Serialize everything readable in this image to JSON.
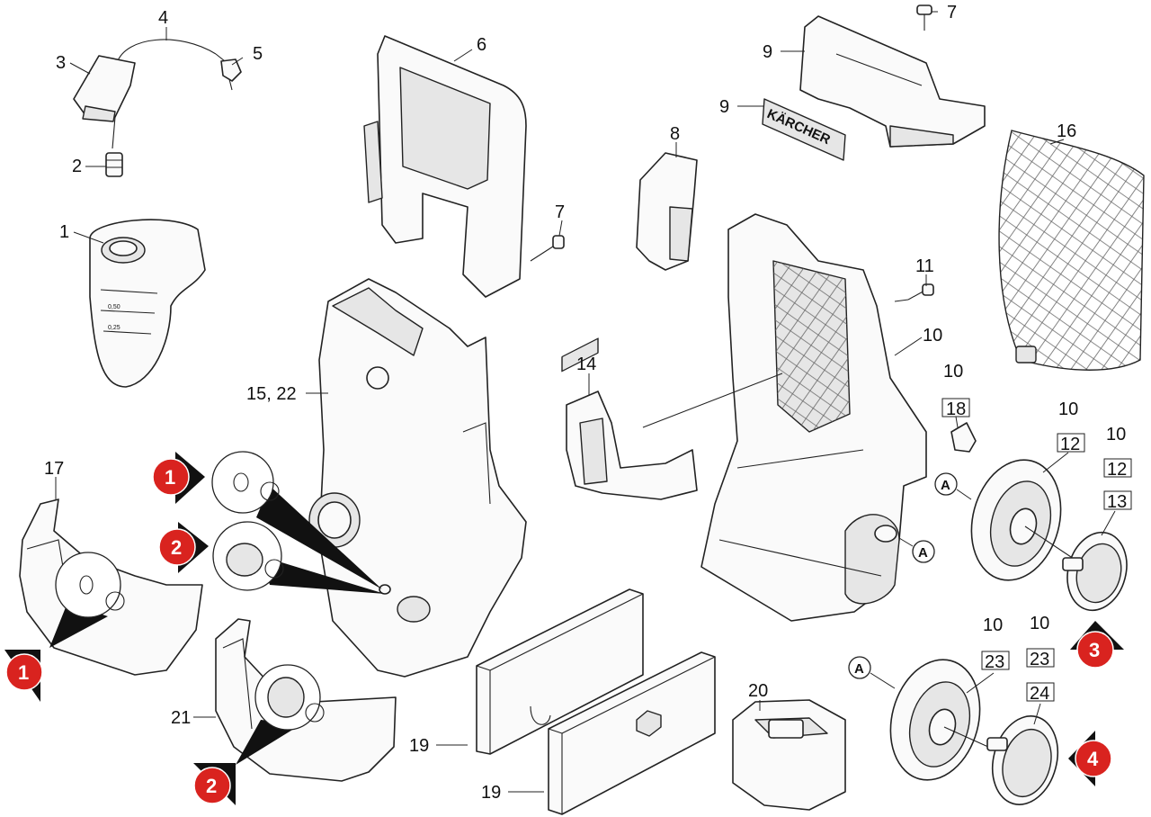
{
  "labels": {
    "p1": "1",
    "p2": "2",
    "p3": "3",
    "p4": "4",
    "p5": "5",
    "p6": "6",
    "p7a": "7",
    "p7b": "7",
    "p8": "8",
    "p9a": "9",
    "p9b": "9",
    "p10a": "10",
    "p10b": "10",
    "p10c": "10",
    "p10d": "10",
    "p10e": "10",
    "p10f": "10",
    "p11": "11",
    "p12a": "12",
    "p12b": "12",
    "p13": "13",
    "p14": "14",
    "p15_22": "15, 22",
    "p16": "16",
    "p17": "17",
    "p18": "18",
    "p19a": "19",
    "p19b": "19",
    "p20": "20",
    "p21": "21",
    "p23a": "23",
    "p23b": "23",
    "p24": "24"
  },
  "badges": {
    "b1_top": "1",
    "b2_top": "2",
    "b1_left": "1",
    "b2_bottom": "2",
    "b3": "3",
    "b4": "4"
  },
  "markers": {
    "a1": "A",
    "a2": "A",
    "a3": "A"
  },
  "brand_text": "KÄRCHER",
  "gauge_marks": {
    "m1": "0,50",
    "m2": "0,25"
  },
  "colors": {
    "badge": "#d9231f",
    "line": "#222222"
  }
}
